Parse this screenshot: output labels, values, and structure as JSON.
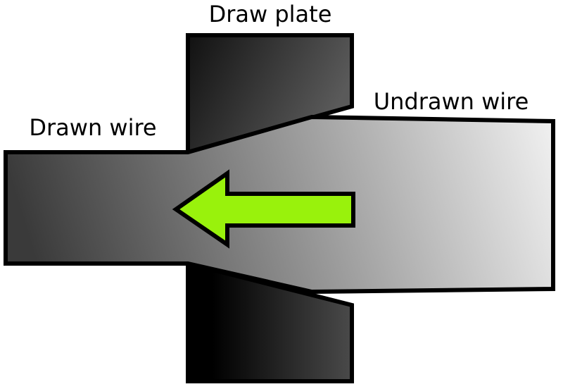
{
  "labels": {
    "draw_plate": "Draw plate",
    "undrawn_wire": "Undrawn wire",
    "drawn_wire": "Drawn wire"
  },
  "colors": {
    "outline": "#000000",
    "arrow": "#99f20c",
    "plate_dark": "#111111",
    "plate_light": "#5a5a5a",
    "wire_dark": "#3a3a3a",
    "wire_light": "#f4f4f4"
  },
  "arrow": {
    "direction": "left"
  }
}
